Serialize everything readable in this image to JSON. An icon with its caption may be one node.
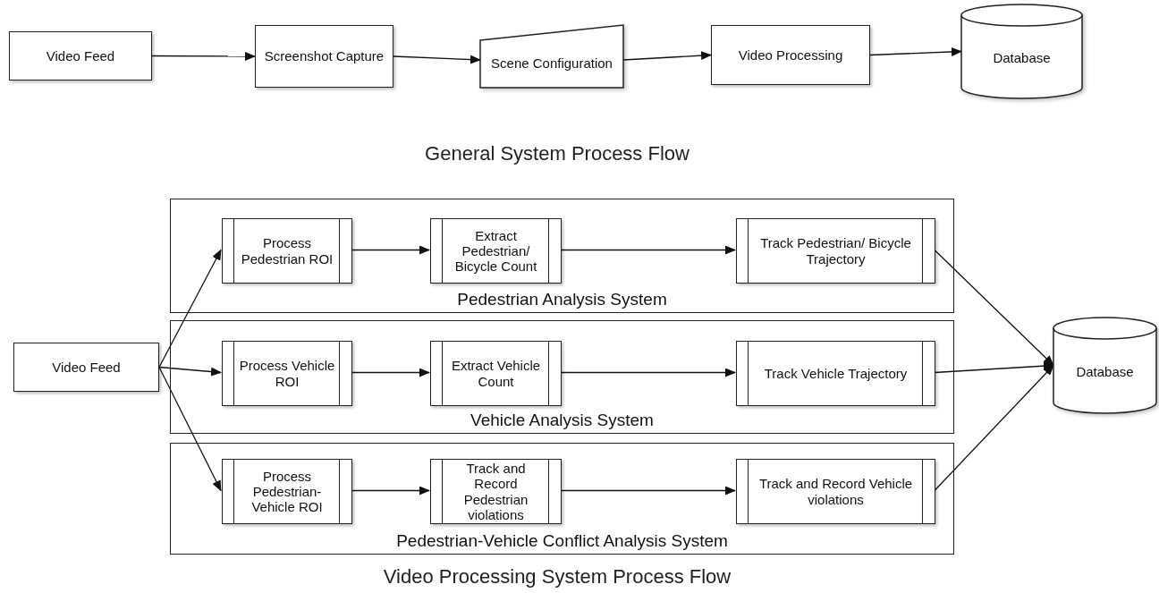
{
  "diagram": {
    "nodes": [
      {
        "text": [
          "Video Feed"
        ]
      },
      {
        "text": [
          "Screenshot Capture"
        ]
      },
      {
        "text": [
          "Scene Configuration"
        ]
      },
      {
        "text": [
          "Video Processing"
        ]
      },
      {
        "text": [
          "Database"
        ]
      },
      {
        "text": [
          "Video Feed"
        ]
      },
      {
        "text": [
          "Pedestrian Analysis System"
        ]
      },
      {
        "text": [
          "Process Pedestrian ROI"
        ],
        "in": 6
      },
      {
        "text": [
          "Extract Pedestrian/ Bicycle Count"
        ],
        "in": 6
      },
      {
        "text": [
          "Track Pedestrian/ Bicycle Trajectory"
        ],
        "in": 6
      },
      {
        "text": [
          "Vehicle Analysis System"
        ]
      },
      {
        "text": [
          "Process Vehicle ROI"
        ],
        "in": 10
      },
      {
        "text": [
          "Extract Vehicle Count"
        ],
        "in": 10
      },
      {
        "text": [
          "Track Vehicle Trajectory"
        ],
        "in": 10
      },
      {
        "text": [
          "Pedestrian-Vehicle Conflict Analysis System"
        ]
      },
      {
        "text": [
          "Process Pedestrian- Vehicle ROI"
        ],
        "in": 14
      },
      {
        "text": [
          "Track and Record Pedestrian violations"
        ],
        "in": 14
      },
      {
        "text": [
          "Track and Record Vehicle violations"
        ],
        "in": 14
      },
      {
        "text": [
          "Database"
        ]
      }
    ],
    "edges": [
      {
        "from": 0,
        "to": 1,
        "arrow": "to"
      },
      {
        "from": 1,
        "to": 2,
        "arrow": "to"
      },
      {
        "from": 2,
        "to": 3,
        "arrow": "to"
      },
      {
        "from": 3,
        "to": 4,
        "arrow": "to"
      },
      {
        "from": 5,
        "to": 7,
        "arrow": "to"
      },
      {
        "from": 5,
        "to": 11,
        "arrow": "to"
      },
      {
        "from": 5,
        "to": 15,
        "arrow": "to"
      },
      {
        "from": 7,
        "to": 8,
        "arrow": "to"
      },
      {
        "from": 8,
        "to": 9,
        "arrow": "to"
      },
      {
        "from": 11,
        "to": 12,
        "arrow": "to"
      },
      {
        "from": 12,
        "to": 13,
        "arrow": "to"
      },
      {
        "from": 15,
        "to": 16,
        "arrow": "to"
      },
      {
        "from": 16,
        "to": 17,
        "arrow": "to"
      },
      {
        "from": 9,
        "to": 18,
        "arrow": "to"
      },
      {
        "from": 13,
        "to": 18,
        "arrow": "to"
      },
      {
        "from": 17,
        "to": 18,
        "arrow": "to"
      }
    ],
    "labels": [
      "General System Process Flow",
      "Video Processing System Process Flow"
    ]
  }
}
